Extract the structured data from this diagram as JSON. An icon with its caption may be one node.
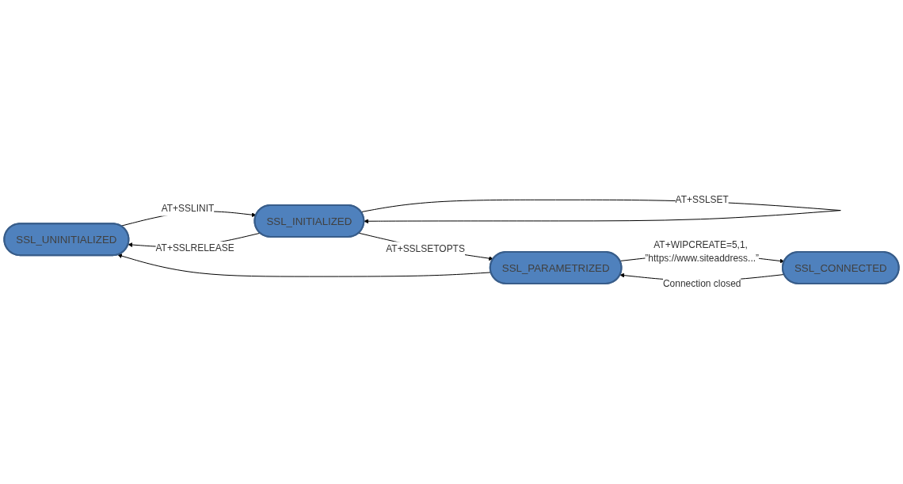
{
  "diagram": {
    "nodes": [
      {
        "text": [
          "SSL_UNINITIALIZED"
        ]
      },
      {
        "text": [
          "SSL_INITIALIZED"
        ]
      },
      {
        "text": [
          "SSL_CONNECTED"
        ]
      },
      {
        "text": [
          "SSL_PARAMETRIZED"
        ]
      }
    ],
    "edges": [
      {
        "from": 0,
        "to": 1,
        "arrow": "to",
        "label": "AT+SSLINIT"
      },
      {
        "from": 1,
        "to": 1,
        "arrow": "to",
        "label": "AT+SSLSET"
      },
      {
        "from": 1,
        "to": 0,
        "arrow": "to",
        "label": "AT+SSLRELEASE"
      },
      {
        "from": 1,
        "to": 3,
        "arrow": "to",
        "label": "AT+SSLSETOPTS"
      },
      {
        "from": 3,
        "to": 0,
        "arrow": "to"
      },
      {
        "from": 2,
        "to": 3,
        "arrow": "to",
        "label": "Connection closed"
      },
      {
        "from": 3,
        "to": 2,
        "arrow": "to",
        "label": "AT+WIPCREATE=5,1, ”https://www.siteaddress...”"
      }
    ]
  }
}
